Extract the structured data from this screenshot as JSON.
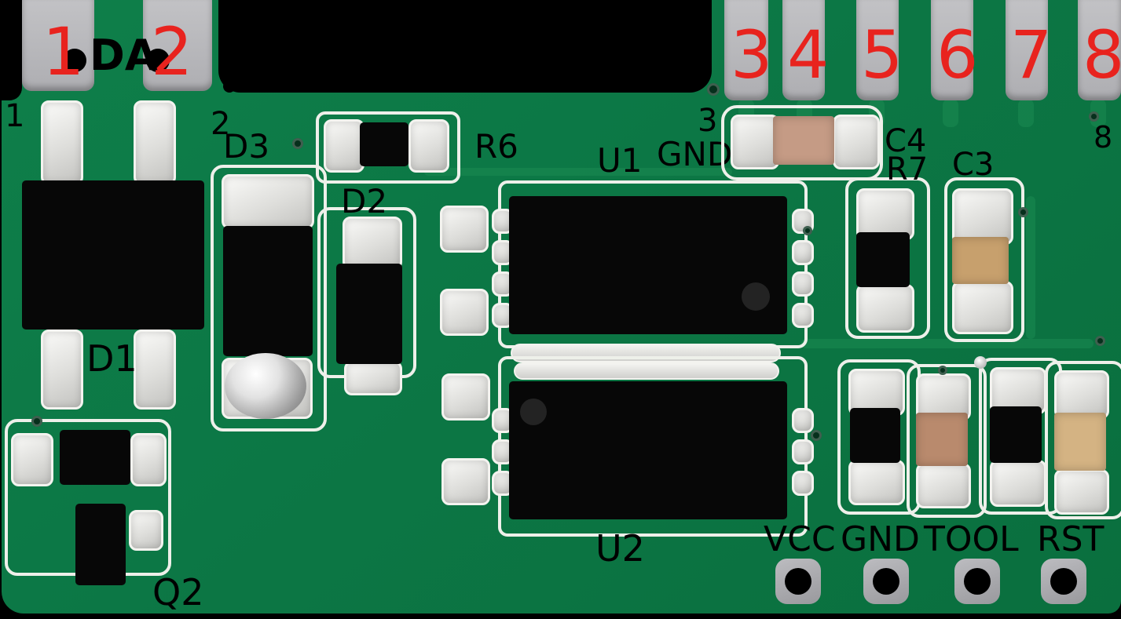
{
  "annotations": {
    "red_pin_numbers": [
      "1",
      "2",
      "3",
      "4",
      "5",
      "6",
      "7",
      "8"
    ],
    "black_pad_numbers": [
      "1",
      "2",
      "3",
      "8"
    ],
    "da_label": "DA",
    "gnd_top_label": "GND"
  },
  "component_labels": {
    "u1": "U1",
    "u2": "U2",
    "d1": "D1",
    "d2": "D2",
    "d3": "D3",
    "q2": "Q2",
    "r6": "R6",
    "r7": "R7",
    "c3": "C3",
    "c4": "C4"
  },
  "programming_pads": [
    {
      "label": "VCC"
    },
    {
      "label": "GND"
    },
    {
      "label": "TOOL"
    },
    {
      "label": "RST"
    }
  ],
  "colors": {
    "pcb_green": "#0c7745",
    "trace_green": "#1b8a52",
    "castellation_gray": "#b5b5b8",
    "silkscreen_white": "#eef0ea",
    "component_black": "#070707",
    "annotation_red": "#e8231e",
    "annotation_black": "#000000",
    "capacitor_tan": "#c7a06d",
    "capacitor_pink": "#c59b85"
  }
}
